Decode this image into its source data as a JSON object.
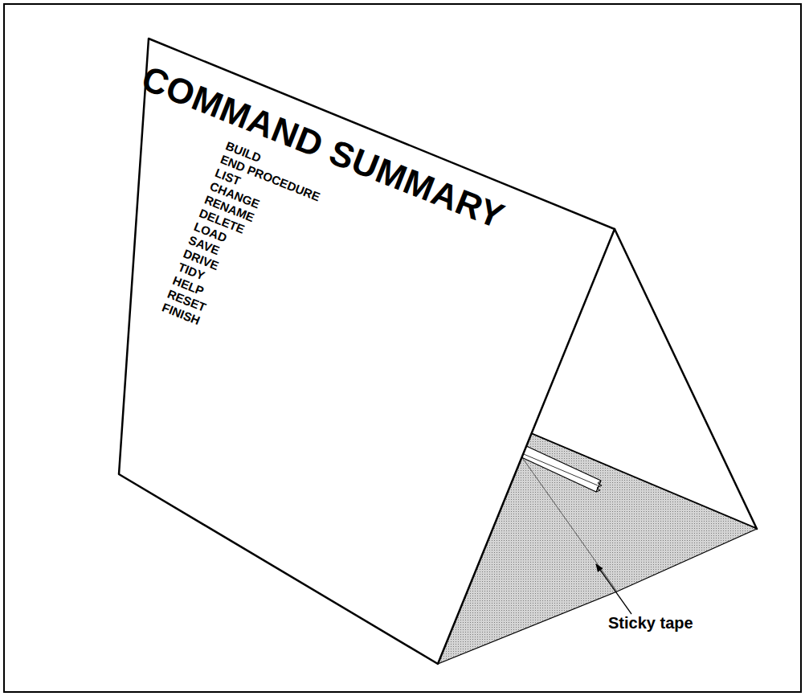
{
  "diagram": {
    "nodes": [
      {
        "text": [
          "COMMAND SUMMARY",
          "BUILD",
          "END PROCEDURE",
          "LIST",
          "CHANGE",
          "RENAME",
          "DELETE",
          "LOAD",
          "SAVE",
          "DRIVE",
          "TIDY",
          "HELP",
          "RESET",
          "FINISH"
        ]
      }
    ],
    "labels": [
      "Sticky tape"
    ]
  }
}
